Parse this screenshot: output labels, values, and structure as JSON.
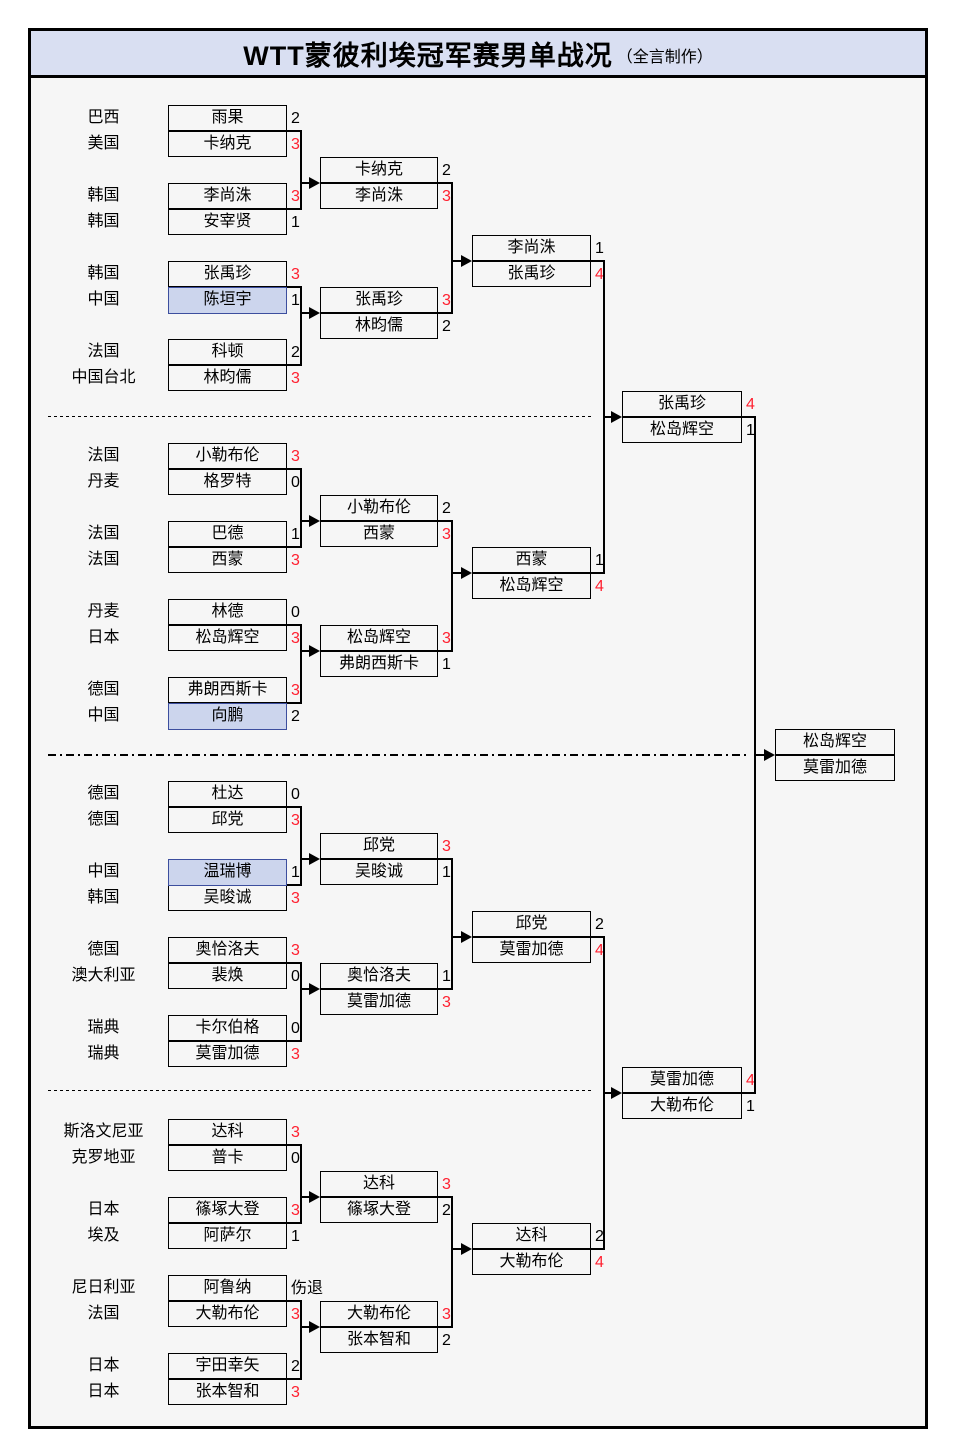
{
  "title": {
    "main": "WTT蒙彼利埃冠军赛男单战况",
    "credit": "（全言制作）"
  },
  "colors": {
    "header_fill": "#d9dff2",
    "panel_bg": "#f6f6f6",
    "highlight_fill": "#ccd5ed",
    "highlight_border": "#3c4e9e",
    "win_score": "#ff2030",
    "line": "#000000"
  },
  "rounds": [
    {
      "name": "round-of-32",
      "pairs": [
        {
          "row": 0,
          "players": [
            {
              "country": "巴西",
              "name": "雨果",
              "score": "2",
              "win": false,
              "highlight": false
            },
            {
              "country": "美国",
              "name": "卡纳克",
              "score": "3",
              "win": true,
              "highlight": false
            }
          ]
        },
        {
          "row": 3,
          "players": [
            {
              "country": "韩国",
              "name": "李尚洙",
              "score": "3",
              "win": true,
              "highlight": false
            },
            {
              "country": "韩国",
              "name": "安宰贤",
              "score": "1",
              "win": false,
              "highlight": false
            }
          ]
        },
        {
          "row": 6,
          "players": [
            {
              "country": "韩国",
              "name": "张禹珍",
              "score": "3",
              "win": true,
              "highlight": false
            },
            {
              "country": "中国",
              "name": "陈垣宇",
              "score": "1",
              "win": false,
              "highlight": true
            }
          ]
        },
        {
          "row": 9,
          "players": [
            {
              "country": "法国",
              "name": "科顿",
              "score": "2",
              "win": false,
              "highlight": false
            },
            {
              "country": "中国台北",
              "name": "林昀儒",
              "score": "3",
              "win": true,
              "highlight": false
            }
          ]
        },
        {
          "row": 13,
          "players": [
            {
              "country": "法国",
              "name": "小勒布伦",
              "score": "3",
              "win": true,
              "highlight": false
            },
            {
              "country": "丹麦",
              "name": "格罗特",
              "score": "0",
              "win": false,
              "highlight": false
            }
          ]
        },
        {
          "row": 16,
          "players": [
            {
              "country": "法国",
              "name": "巴德",
              "score": "1",
              "win": false,
              "highlight": false
            },
            {
              "country": "法国",
              "name": "西蒙",
              "score": "3",
              "win": true,
              "highlight": false
            }
          ]
        },
        {
          "row": 19,
          "players": [
            {
              "country": "丹麦",
              "name": "林德",
              "score": "0",
              "win": false,
              "highlight": false
            },
            {
              "country": "日本",
              "name": "松岛辉空",
              "score": "3",
              "win": true,
              "highlight": false
            }
          ]
        },
        {
          "row": 22,
          "players": [
            {
              "country": "德国",
              "name": "弗朗西斯卡",
              "score": "3",
              "win": true,
              "highlight": false
            },
            {
              "country": "中国",
              "name": "向鹏",
              "score": "2",
              "win": false,
              "highlight": true
            }
          ]
        },
        {
          "row": 26,
          "players": [
            {
              "country": "德国",
              "name": "杜达",
              "score": "0",
              "win": false,
              "highlight": false
            },
            {
              "country": "德国",
              "name": "邱党",
              "score": "3",
              "win": true,
              "highlight": false
            }
          ]
        },
        {
          "row": 29,
          "players": [
            {
              "country": "中国",
              "name": "温瑞博",
              "score": "1",
              "win": false,
              "highlight": true
            },
            {
              "country": "韩国",
              "name": "吴晙诚",
              "score": "3",
              "win": true,
              "highlight": false
            }
          ]
        },
        {
          "row": 32,
          "players": [
            {
              "country": "德国",
              "name": "奥恰洛夫",
              "score": "3",
              "win": true,
              "highlight": false
            },
            {
              "country": "澳大利亚",
              "name": "裴焕",
              "score": "0",
              "win": false,
              "highlight": false
            }
          ]
        },
        {
          "row": 35,
          "players": [
            {
              "country": "瑞典",
              "name": "卡尔伯格",
              "score": "0",
              "win": false,
              "highlight": false
            },
            {
              "country": "瑞典",
              "name": "莫雷加德",
              "score": "3",
              "win": true,
              "highlight": false
            }
          ]
        },
        {
          "row": 39,
          "players": [
            {
              "country": "斯洛文尼亚",
              "name": "达科",
              "score": "3",
              "win": true,
              "highlight": false
            },
            {
              "country": "克罗地亚",
              "name": "普卡",
              "score": "0",
              "win": false,
              "highlight": false
            }
          ]
        },
        {
          "row": 42,
          "players": [
            {
              "country": "日本",
              "name": "篠塚大登",
              "score": "3",
              "win": true,
              "highlight": false
            },
            {
              "country": "埃及",
              "name": "阿萨尔",
              "score": "1",
              "win": false,
              "highlight": false
            }
          ]
        },
        {
          "row": 45,
          "players": [
            {
              "country": "尼日利亚",
              "name": "阿鲁纳",
              "score": "伤退",
              "win": false,
              "highlight": false
            },
            {
              "country": "法国",
              "name": "大勒布伦",
              "score": "3",
              "win": true,
              "highlight": false
            }
          ]
        },
        {
          "row": 48,
          "players": [
            {
              "country": "日本",
              "name": "宇田幸矢",
              "score": "2",
              "win": false,
              "highlight": false
            },
            {
              "country": "日本",
              "name": "张本智和",
              "score": "3",
              "win": true,
              "highlight": false
            }
          ]
        }
      ]
    },
    {
      "name": "round-of-16",
      "pairs": [
        {
          "row": 2,
          "players": [
            {
              "name": "卡纳克",
              "score": "2",
              "win": false,
              "highlight": false
            },
            {
              "name": "李尚洙",
              "score": "3",
              "win": true,
              "highlight": false
            }
          ]
        },
        {
          "row": 7,
          "players": [
            {
              "name": "张禹珍",
              "score": "3",
              "win": true,
              "highlight": false
            },
            {
              "name": "林昀儒",
              "score": "2",
              "win": false,
              "highlight": false
            }
          ]
        },
        {
          "row": 15,
          "players": [
            {
              "name": "小勒布伦",
              "score": "2",
              "win": false,
              "highlight": false
            },
            {
              "name": "西蒙",
              "score": "3",
              "win": true,
              "highlight": false
            }
          ]
        },
        {
          "row": 20,
          "players": [
            {
              "name": "松岛辉空",
              "score": "3",
              "win": true,
              "highlight": false
            },
            {
              "name": "弗朗西斯卡",
              "score": "1",
              "win": false,
              "highlight": false
            }
          ]
        },
        {
          "row": 28,
          "players": [
            {
              "name": "邱党",
              "score": "3",
              "win": true,
              "highlight": false
            },
            {
              "name": "吴晙诚",
              "score": "1",
              "win": false,
              "highlight": false
            }
          ]
        },
        {
          "row": 33,
          "players": [
            {
              "name": "奥恰洛夫",
              "score": "1",
              "win": false,
              "highlight": false
            },
            {
              "name": "莫雷加德",
              "score": "3",
              "win": true,
              "highlight": false
            }
          ]
        },
        {
          "row": 41,
          "players": [
            {
              "name": "达科",
              "score": "3",
              "win": true,
              "highlight": false
            },
            {
              "name": "篠塚大登",
              "score": "2",
              "win": false,
              "highlight": false
            }
          ]
        },
        {
          "row": 46,
          "players": [
            {
              "name": "大勒布伦",
              "score": "3",
              "win": true,
              "highlight": false
            },
            {
              "name": "张本智和",
              "score": "2",
              "win": false,
              "highlight": false
            }
          ]
        }
      ]
    },
    {
      "name": "quarterfinals",
      "pairs": [
        {
          "row": 5,
          "players": [
            {
              "name": "李尚洙",
              "score": "1",
              "win": false,
              "highlight": false
            },
            {
              "name": "张禹珍",
              "score": "4",
              "win": true,
              "highlight": false
            }
          ]
        },
        {
          "row": 17,
          "players": [
            {
              "name": "西蒙",
              "score": "1",
              "win": false,
              "highlight": false
            },
            {
              "name": "松岛辉空",
              "score": "4",
              "win": true,
              "highlight": false
            }
          ]
        },
        {
          "row": 31,
          "players": [
            {
              "name": "邱党",
              "score": "2",
              "win": false,
              "highlight": false
            },
            {
              "name": "莫雷加德",
              "score": "4",
              "win": true,
              "highlight": false
            }
          ]
        },
        {
          "row": 43,
          "players": [
            {
              "name": "达科",
              "score": "2",
              "win": false,
              "highlight": false
            },
            {
              "name": "大勒布伦",
              "score": "4",
              "win": true,
              "highlight": false
            }
          ]
        }
      ]
    },
    {
      "name": "semifinals",
      "pairs": [
        {
          "row": 11,
          "players": [
            {
              "name": "张禹珍",
              "score": "4",
              "win": true,
              "highlight": false
            },
            {
              "name": "松岛辉空",
              "score": "1",
              "win": false,
              "highlight": false
            }
          ]
        },
        {
          "row": 37,
          "players": [
            {
              "name": "莫雷加德",
              "score": "4",
              "win": true,
              "highlight": false
            },
            {
              "name": "大勒布伦",
              "score": "1",
              "win": false,
              "highlight": false
            }
          ]
        }
      ]
    },
    {
      "name": "final",
      "pairs": [
        {
          "row": 24,
          "players": [
            {
              "name": "松岛辉空",
              "score": "",
              "win": false,
              "highlight": false
            },
            {
              "name": "莫雷加德",
              "score": "",
              "win": false,
              "highlight": false
            }
          ]
        }
      ]
    }
  ]
}
